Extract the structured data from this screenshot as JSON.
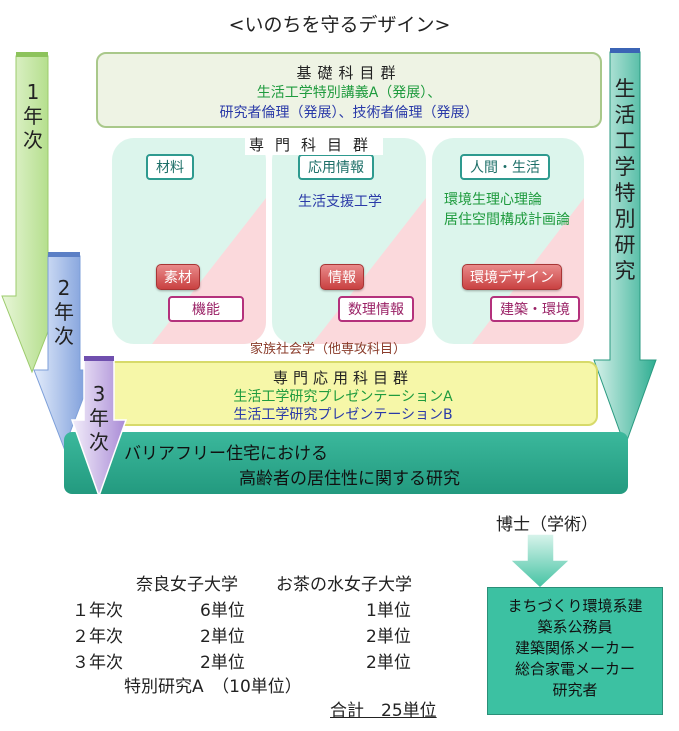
{
  "title": "<いのちを守るデザイン>",
  "years": {
    "y1": [
      "1",
      "年",
      "次"
    ],
    "y2": [
      "2",
      "年",
      "次"
    ],
    "y3": [
      "3",
      "年",
      "次"
    ]
  },
  "special_research_arrow": [
    "生",
    "活",
    "工",
    "学",
    "特",
    "別",
    "研",
    "究"
  ],
  "kiso": {
    "heading": "基礎科目群",
    "line1": "生活工学特別講義A（発展）、",
    "line2": "研究者倫理（発展）、技術者倫理（発展）"
  },
  "senmon": {
    "heading": "専門科目群",
    "col1": {
      "top_tag": "材料",
      "red_tag": "素材",
      "pink_tag": "機能"
    },
    "col2": {
      "top_tag": "応用情報",
      "course": "生活支援工学",
      "red_tag": "情報",
      "pink_tag": "数理情報"
    },
    "col3": {
      "top_tag": "人間・生活",
      "course1": "環境生理心理論",
      "course2": "居住空間構成計画論",
      "red_tag": "環境デザイン",
      "pink_tag": "建築・環境"
    },
    "other": "家族社会学（他専攻科目）"
  },
  "oyo": {
    "heading": "専門応用科目群",
    "line1": "生活工学研究プレゼンテーションA",
    "line2": "生活工学研究プレゼンテーションB"
  },
  "research": {
    "line1": "バリアフリー住宅における",
    "line2": "高齢者の居住性に関する研究"
  },
  "degree": "博士（学術）",
  "careers": [
    "まちづくり環境系建",
    "築系公務員",
    "建築関係メーカー",
    "総合家電メーカー",
    "研究者"
  ],
  "units": {
    "header_nara": "奈良女子大学",
    "header_ochanomizu": "お茶の水女子大学",
    "rows": [
      {
        "label": "１年次",
        "nara": "6単位",
        "ocha": "1単位"
      },
      {
        "label": "２年次",
        "nara": "2単位",
        "ocha": "2単位"
      },
      {
        "label": "３年次",
        "nara": "2単位",
        "ocha": "2単位"
      }
    ],
    "special": "特別研究A　（10単位）",
    "total": "合計　25単位"
  },
  "colors": {
    "year_arrow_green": "#b7df8c",
    "year_arrow_blue": "#9db7e6",
    "year_arrow_purple": "#c9b3e3",
    "teal": "#2fae92",
    "kiso_bg": "#eef3e4",
    "oyo_bg": "#f6f7a8",
    "senmon_mint": "#dcf5ec",
    "senmon_pink": "#fbd9dc"
  }
}
